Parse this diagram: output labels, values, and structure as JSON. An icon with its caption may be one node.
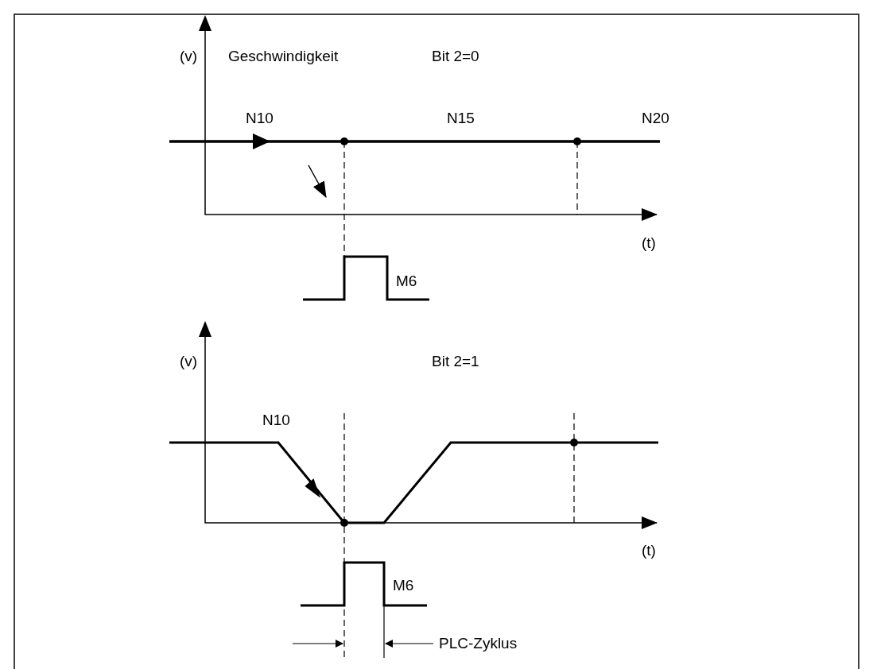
{
  "diagram": {
    "labels": [
      "(v)",
      "Geschwindigkeit",
      "Bit 2=0",
      "N10",
      "N15",
      "N20",
      "(t)",
      "M6",
      "(v)",
      "Bit 2=1",
      "N10",
      "(t)",
      "M6",
      "PLC-Zyklus"
    ]
  }
}
